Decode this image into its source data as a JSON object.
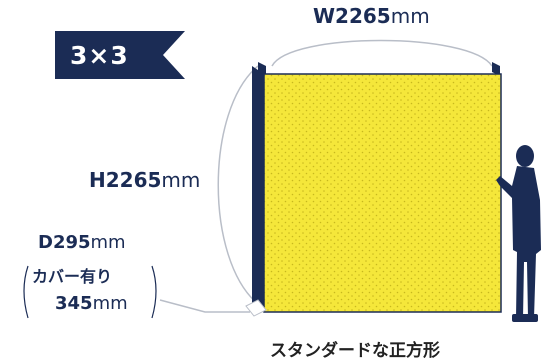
{
  "badge": {
    "text": "3×3"
  },
  "dimensions": {
    "width": {
      "value": "W2265",
      "unit": "mm"
    },
    "height": {
      "value": "H2265",
      "unit": "mm"
    },
    "depth": {
      "value": "D295",
      "unit": "mm"
    },
    "cover_label": "カバー有り",
    "cover_value": {
      "value": "345",
      "unit": "mm"
    }
  },
  "caption": "スタンダードな正方形",
  "colors": {
    "navy": "#1b2c55",
    "panel": "#f5e73a",
    "line": "#b9bec8"
  }
}
